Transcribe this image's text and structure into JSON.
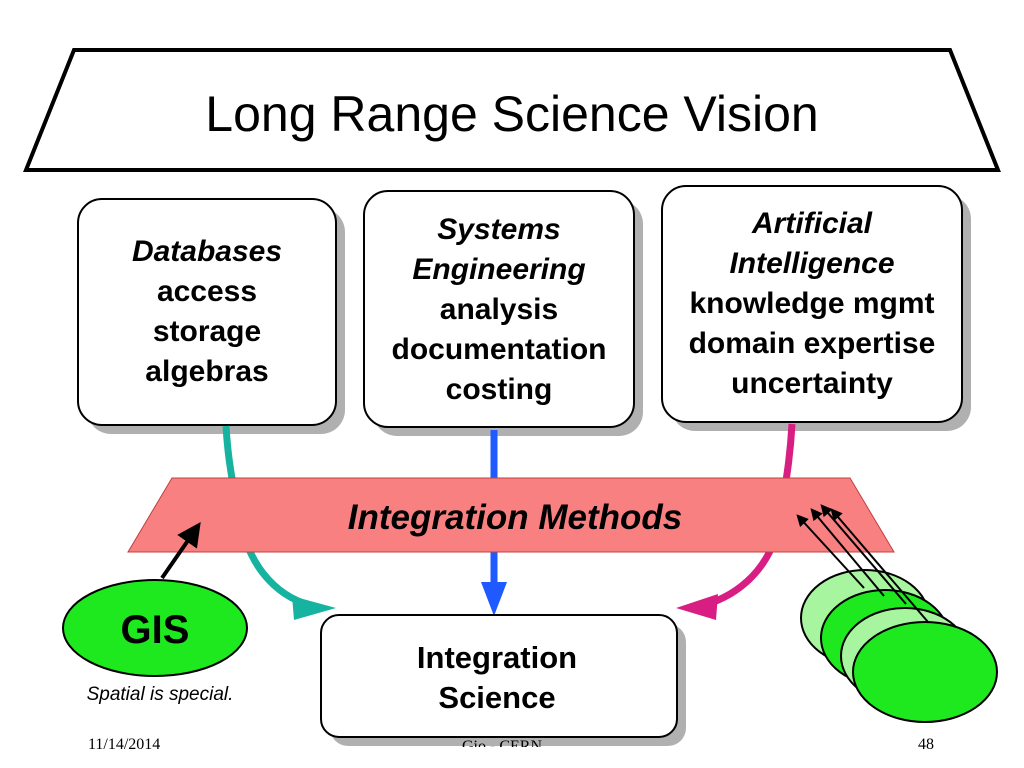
{
  "slide": {
    "title": "Long Range Science Vision",
    "boxes": [
      {
        "heading": "Databases",
        "lines": [
          "access",
          "storage",
          "algebras"
        ]
      },
      {
        "heading_lines": [
          "Systems",
          "Engineering"
        ],
        "lines": [
          "analysis",
          "documentation",
          "costing"
        ]
      },
      {
        "heading_lines": [
          "Artificial",
          "Intelligence"
        ],
        "lines": [
          "knowledge mgmt",
          "domain expertise",
          "uncertainty"
        ]
      }
    ],
    "integration_band": "Integration Methods",
    "integration_science": [
      "Integration",
      "Science"
    ],
    "gis_label": "GIS",
    "gis_caption": "Spatial is special.",
    "footer": {
      "date": "11/14/2014",
      "center": "Gio - CERN",
      "page": "48"
    }
  },
  "colors": {
    "band_fill": "#f88080",
    "gis_fill": "#1ee81e",
    "ellipse_light": "#a8f5a0",
    "ellipse_dark": "#1ee81e",
    "teal_arrow": "#16b4a0",
    "blue_arrow": "#1e5aff",
    "magenta_arrow": "#d81e82",
    "box_shadow": "#9a9a9a"
  }
}
